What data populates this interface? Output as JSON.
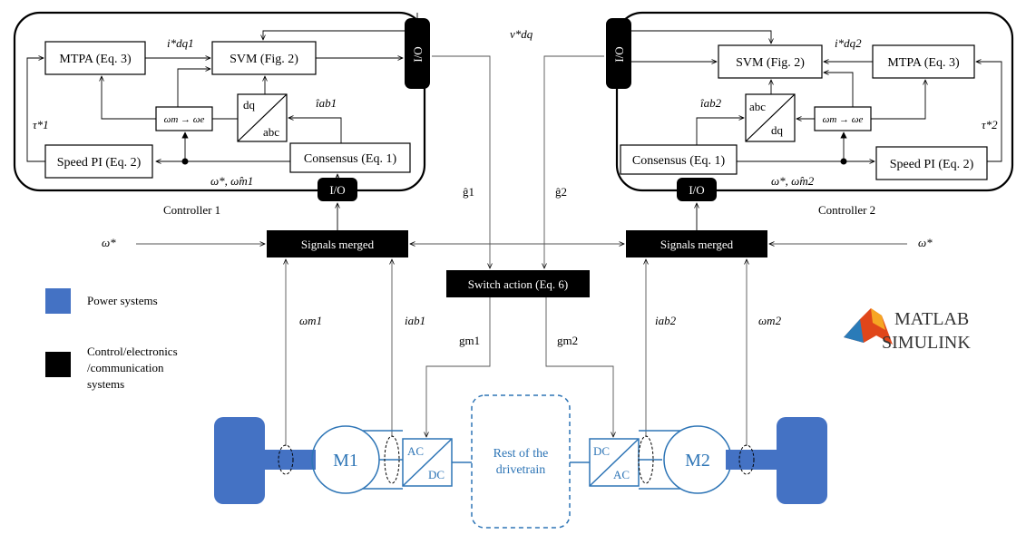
{
  "controller1": {
    "title": "Controller 1",
    "mtpa": "MTPA  (Eq. 3)",
    "svm": "SVM (Fig. 2)",
    "speed_pi": "Speed PI  (Eq. 2)",
    "consensus": "Consensus (Eq. 1)",
    "io_top": "I/O",
    "io_bottom": "I/O",
    "wm_we": "ωm → ωe",
    "dq": "dq",
    "abc": "abc",
    "i_dq": "i*dq1",
    "i_ab": "îab1",
    "tau": "τ*1",
    "omega_ref": "ω*, ω̂m1"
  },
  "controller2": {
    "title": "Controller 2",
    "mtpa": "MTPA  (Eq. 3)",
    "svm": "SVM (Fig. 2)",
    "speed_pi": "Speed PI  (Eq. 2)",
    "consensus": "Consensus (Eq. 1)",
    "io_top": "I/O",
    "io_bottom": "I/O",
    "wm_we": "ωm → ωe",
    "dq": "dq",
    "abc": "abc",
    "i_dq": "i*dq2",
    "i_ab": "îab2",
    "tau": "τ*2",
    "omega_ref": "ω*, ω̂m2"
  },
  "center": {
    "v_dq": "v*dq",
    "g_hat1": "ĝ1",
    "g_hat2": "ĝ2",
    "signals_merged_left": "Signals merged",
    "signals_merged_right": "Signals merged",
    "switch_action": "Switch action (Eq. 6)",
    "omega_left": "ω*",
    "omega_right": "ω*",
    "omega_m1": "ωm1",
    "i_ab1": "iab1",
    "g_m1": "gm1",
    "g_m2": "gm2",
    "i_ab2": "iab2",
    "omega_m2": "ωm2"
  },
  "legend": {
    "power": "Power systems",
    "control_line1": "Control/electronics",
    "control_line2": "/communication",
    "control_line3": "systems"
  },
  "drivetrain": {
    "m1": "M1",
    "m2": "M2",
    "conv1_top": "AC",
    "conv1_bottom": "DC",
    "conv2_top": "DC",
    "conv2_bottom": "AC",
    "rest_line1": "Rest of the",
    "rest_line2": "drivetrain"
  },
  "logo": {
    "line1": "MATLAB",
    "line2": "SIMULINK"
  },
  "colors": {
    "power_fill": "#4472c4",
    "drivetrain_stroke": "#2e75b6",
    "control_fill": "#000000"
  },
  "icons": [
    "matlab-membrane-icon"
  ]
}
